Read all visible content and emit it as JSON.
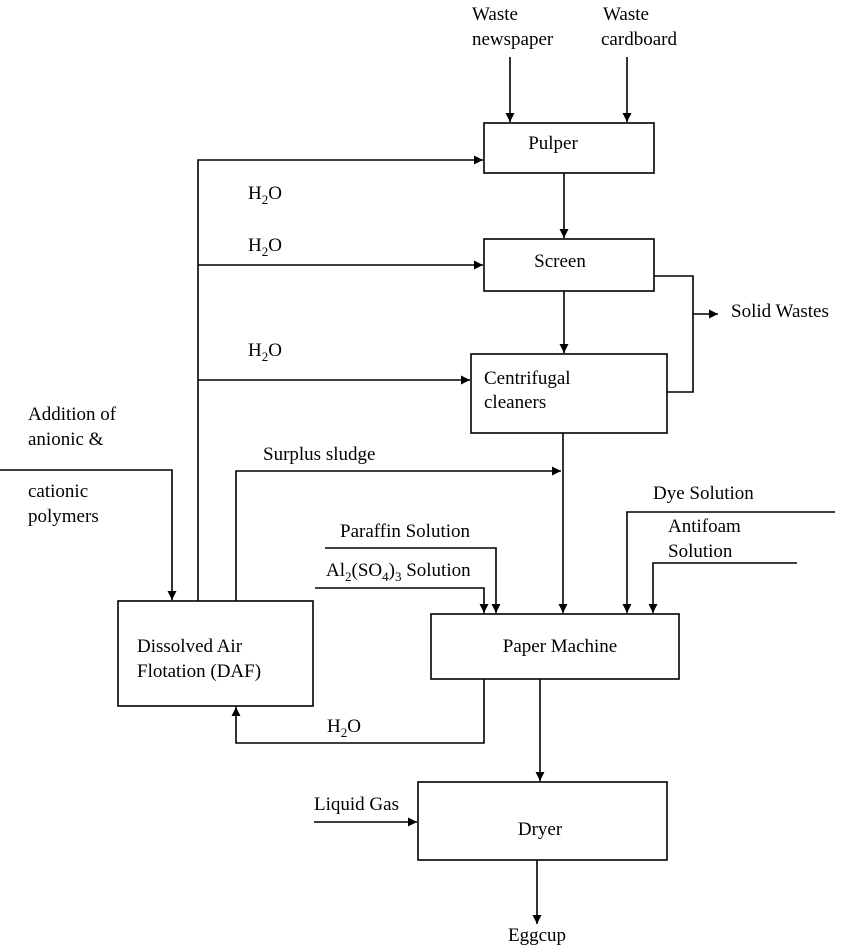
{
  "inputs": {
    "waste_newspaper": [
      "Waste",
      "newspaper"
    ],
    "waste_cardboard": [
      "Waste",
      "cardboard"
    ],
    "polymers": [
      "Addition of",
      "anionic &",
      "cationic",
      "polymers"
    ],
    "paraffin": "Paraffin Solution",
    "alum": {
      "pre": "Al",
      "sub1": "2",
      "mid": "(SO",
      "sub2": "4",
      "mid2": ")",
      "sub3": "3",
      "post": " Solution"
    },
    "dye": "Dye Solution",
    "antifoam": [
      "Antifoam",
      "Solution"
    ],
    "liquid_gas": "Liquid Gas"
  },
  "units": {
    "pulper": "Pulper",
    "screen": "Screen",
    "cleaners": [
      "Centrifugal",
      "cleaners"
    ],
    "daf": [
      "Dissolved Air",
      "Flotation (DAF)"
    ],
    "paper_machine": "Paper Machine",
    "dryer": "Dryer"
  },
  "outputs": {
    "solid_wastes": "Solid Wastes",
    "eggcup": "Eggcup"
  },
  "streams": {
    "water_pre": "H",
    "water_sub": "2",
    "water_post": "O",
    "surplus_sludge": "Surplus sludge"
  }
}
